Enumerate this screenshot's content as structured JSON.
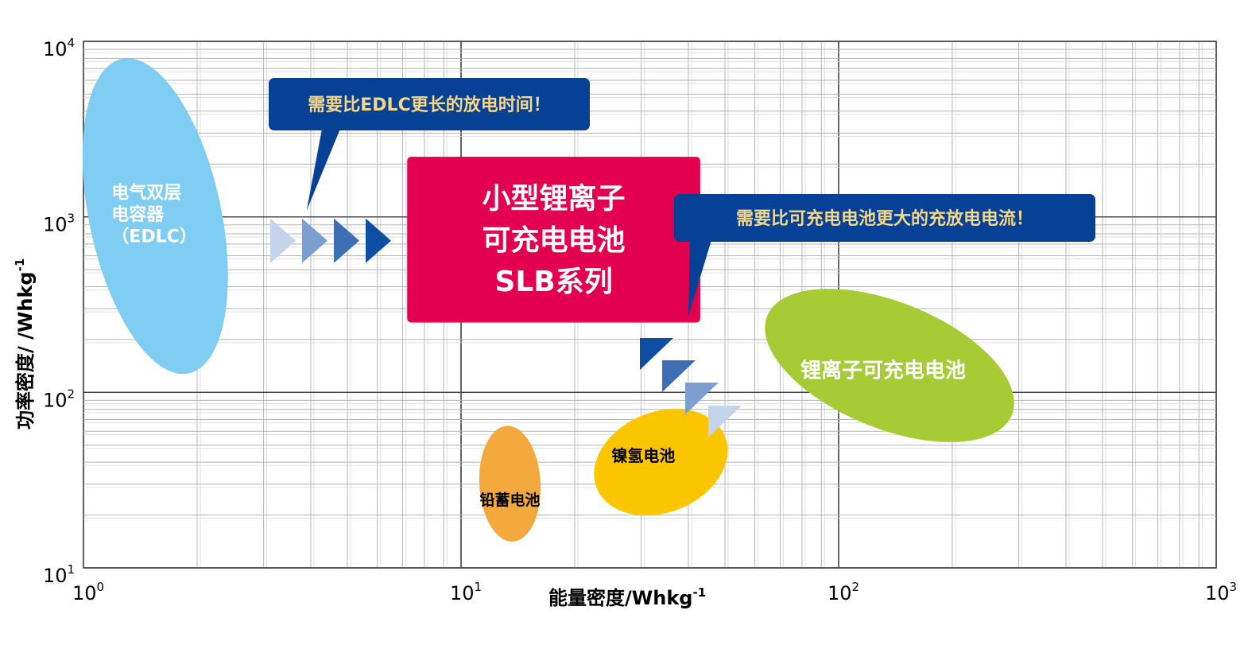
{
  "chart_data": {
    "type": "scatter",
    "x_scale": "log",
    "y_scale": "log",
    "xlim": [
      1,
      1000
    ],
    "ylim": [
      10,
      10000
    ],
    "grid": true,
    "xlabel": {
      "text": "能量密度/Whkg",
      "sup": "-1"
    },
    "ylabel": {
      "text": "功率密度/ /Whkg",
      "sup": "-1"
    },
    "x_ticks": [
      {
        "base": "10",
        "exp": "0",
        "value": 1
      },
      {
        "base": "10",
        "exp": "1",
        "value": 10
      },
      {
        "base": "10",
        "exp": "2",
        "value": 100
      },
      {
        "base": "10",
        "exp": "3",
        "value": 1000
      }
    ],
    "y_ticks": [
      {
        "base": "10",
        "exp": "1",
        "value": 10
      },
      {
        "base": "10",
        "exp": "2",
        "value": 100
      },
      {
        "base": "10",
        "exp": "3",
        "value": 1000
      },
      {
        "base": "10",
        "exp": "4",
        "value": 10000
      }
    ],
    "regions": [
      {
        "name": "edlc",
        "lines": [
          "电气双层",
          "电容器",
          "（EDLC）"
        ],
        "shape": "ellipse",
        "color": "#7fcdf3",
        "text_color": "#ffffff",
        "center": [
          1.55,
          1000
        ],
        "x_extent": [
          1.0,
          2.4
        ],
        "y_extent": [
          120,
          8500
        ]
      },
      {
        "name": "lead-acid",
        "lines": [
          "铅蓄电池"
        ],
        "shape": "ellipse",
        "color": "#f3a93d",
        "text_color": "#000000",
        "center": [
          13.0,
          30
        ],
        "x_extent": [
          11.0,
          16.5
        ],
        "y_extent": [
          14,
          65
        ]
      },
      {
        "name": "nimh",
        "lines": [
          "镍氢电池"
        ],
        "shape": "ellipse",
        "color": "#fbc500",
        "text_color": "#000000",
        "center": [
          33.0,
          40
        ],
        "x_extent": [
          22.0,
          52.0
        ],
        "y_extent": [
          16,
          100
        ]
      },
      {
        "name": "li-ion",
        "lines": [
          "锂离子可充电电池"
        ],
        "shape": "ellipse",
        "color": "#a6cb35",
        "text_color": "#ffffff",
        "center": [
          140.0,
          170
        ],
        "x_extent": [
          60.0,
          310.0
        ],
        "y_extent": [
          45,
          450
        ]
      },
      {
        "name": "slb",
        "lines": [
          "小型锂离子",
          "可充电电池",
          "SLB系列"
        ],
        "shape": "rect",
        "color": "#e3004f",
        "text_color": "#ffffff",
        "x_extent": [
          7.2,
          43.0
        ],
        "y_extent": [
          250,
          2200
        ]
      }
    ],
    "annotations": [
      {
        "text": "需要比EDLC更长的放电时间！",
        "color": "#064196",
        "text_color": "#f5d78a",
        "points_to": [
          3.9,
          1000
        ]
      },
      {
        "text": "需要比可充电电池更大的充放电电流！",
        "color": "#064196",
        "text_color": "#f5d78a",
        "points_to": [
          40.0,
          250
        ]
      }
    ]
  }
}
